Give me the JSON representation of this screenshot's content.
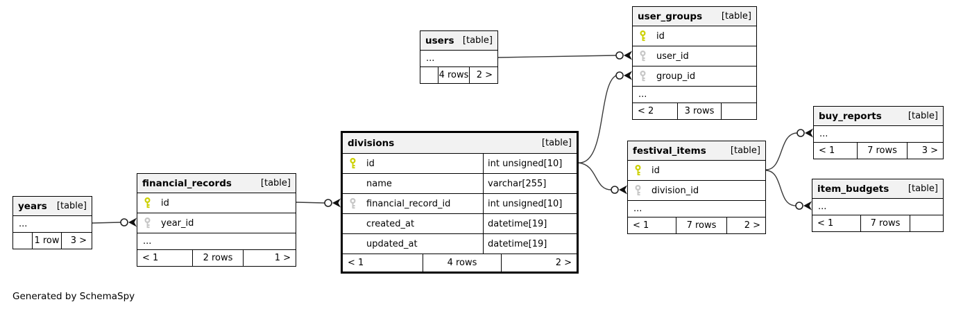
{
  "footer_note": "Generated by SchemaSpy",
  "colors": {
    "primary_key": "#ccd000",
    "foreign_key": "#c6c6c6",
    "header_bg": "#f2f2f2",
    "border": "#000000",
    "edge": "#3a3a3a"
  },
  "tables": {
    "users": {
      "title": "users",
      "tag": "[table]",
      "columns": [
        {
          "name": "..."
        }
      ],
      "footer": {
        "left": "",
        "center": "4 rows",
        "right": "2 >"
      }
    },
    "user_groups": {
      "title": "user_groups",
      "tag": "[table]",
      "columns": [
        {
          "icon": "primary-key",
          "name": "id"
        },
        {
          "icon": "foreign-key",
          "name": "user_id"
        },
        {
          "icon": "foreign-key",
          "name": "group_id"
        },
        {
          "name": "..."
        }
      ],
      "footer": {
        "left": "< 2",
        "center": "3 rows",
        "right": ""
      }
    },
    "buy_reports": {
      "title": "buy_reports",
      "tag": "[table]",
      "columns": [
        {
          "name": "..."
        }
      ],
      "footer": {
        "left": "< 1",
        "center": "7 rows",
        "right": "3 >"
      }
    },
    "festival_items": {
      "title": "festival_items",
      "tag": "[table]",
      "columns": [
        {
          "icon": "primary-key",
          "name": "id"
        },
        {
          "icon": "foreign-key",
          "name": "division_id"
        },
        {
          "name": "..."
        }
      ],
      "footer": {
        "left": "< 1",
        "center": "7 rows",
        "right": "2 >"
      }
    },
    "item_budgets": {
      "title": "item_budgets",
      "tag": "[table]",
      "columns": [
        {
          "name": "..."
        }
      ],
      "footer": {
        "left": "< 1",
        "center": "7 rows",
        "right": ""
      }
    },
    "divisions": {
      "title": "divisions",
      "tag": "[table]",
      "columns": [
        {
          "icon": "primary-key",
          "name": "id",
          "type": "int unsigned[10]"
        },
        {
          "name": "name",
          "type": "varchar[255]"
        },
        {
          "icon": "foreign-key",
          "name": "financial_record_id",
          "type": "int unsigned[10]"
        },
        {
          "name": "created_at",
          "type": "datetime[19]"
        },
        {
          "name": "updated_at",
          "type": "datetime[19]"
        }
      ],
      "footer": {
        "left": "< 1",
        "center": "4 rows",
        "right": "2 >"
      }
    },
    "financial_records": {
      "title": "financial_records",
      "tag": "[table]",
      "columns": [
        {
          "icon": "primary-key",
          "name": "id"
        },
        {
          "icon": "foreign-key",
          "name": "year_id"
        },
        {
          "name": "..."
        }
      ],
      "footer": {
        "left": "< 1",
        "center": "2 rows",
        "right": "1 >"
      }
    },
    "years": {
      "title": "years",
      "tag": "[table]",
      "columns": [
        {
          "name": "..."
        }
      ],
      "footer": {
        "left": "",
        "center": "1 row",
        "right": "3 >"
      }
    }
  },
  "relationships": [
    {
      "from": "users",
      "to": "user_groups.user_id"
    },
    {
      "from": "divisions.id",
      "to": "user_groups.group_id"
    },
    {
      "from": "divisions.id",
      "to": "festival_items.division_id"
    },
    {
      "from": "festival_items.id",
      "to": "buy_reports"
    },
    {
      "from": "festival_items.id",
      "to": "item_budgets"
    },
    {
      "from": "financial_records.id",
      "to": "divisions.financial_record_id"
    },
    {
      "from": "years",
      "to": "financial_records.year_id"
    }
  ]
}
